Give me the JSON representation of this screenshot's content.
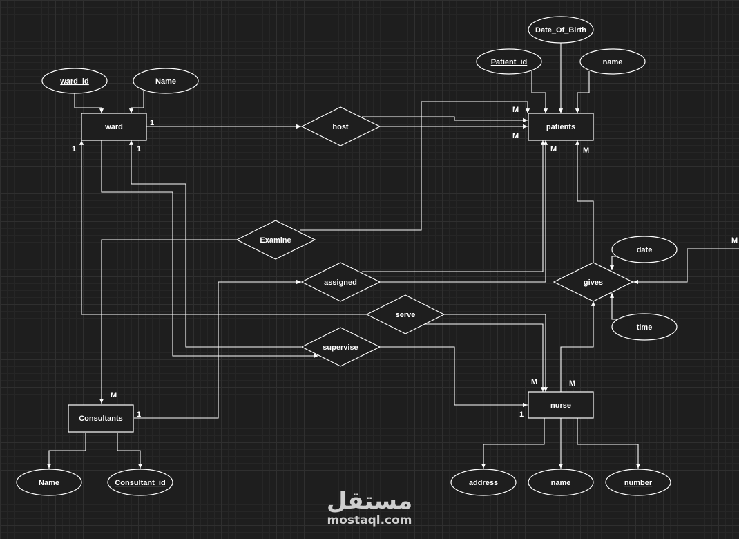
{
  "entities": {
    "ward": "ward",
    "patients": "patients",
    "consultants": "Consultants",
    "nurse": "nurse"
  },
  "relationships": {
    "host": "host",
    "examine": "Examine",
    "assigned": "assigned",
    "serve": "serve",
    "supervise": "supervise",
    "gives": "gives"
  },
  "attributes": {
    "ward_id": "ward_id",
    "ward_name": "Name",
    "date_of_birth": "Date_Of_Birth",
    "patient_id": "Patient_id",
    "patient_name": "name",
    "gives_date": "date",
    "gives_time": "time",
    "consultant_name": "Name",
    "consultant_id": "Consultant_id",
    "nurse_address": "address",
    "nurse_name": "name",
    "nurse_number": "number"
  },
  "cardinalities": {
    "ward_host": "1",
    "ward_serve": "1",
    "ward_supervise": "1",
    "patients_host_top": "M",
    "patients_host_bottom": "M",
    "patients_assigned": "M",
    "patients_gives": "M",
    "consultants_examine": "M",
    "consultants_assigned": "1",
    "nurse_serve": "M",
    "nurse_gives": "M",
    "nurse_supervise": "1",
    "offscreen": "M"
  },
  "watermark": {
    "main": "مستقل",
    "sub": "mostaql.com"
  }
}
